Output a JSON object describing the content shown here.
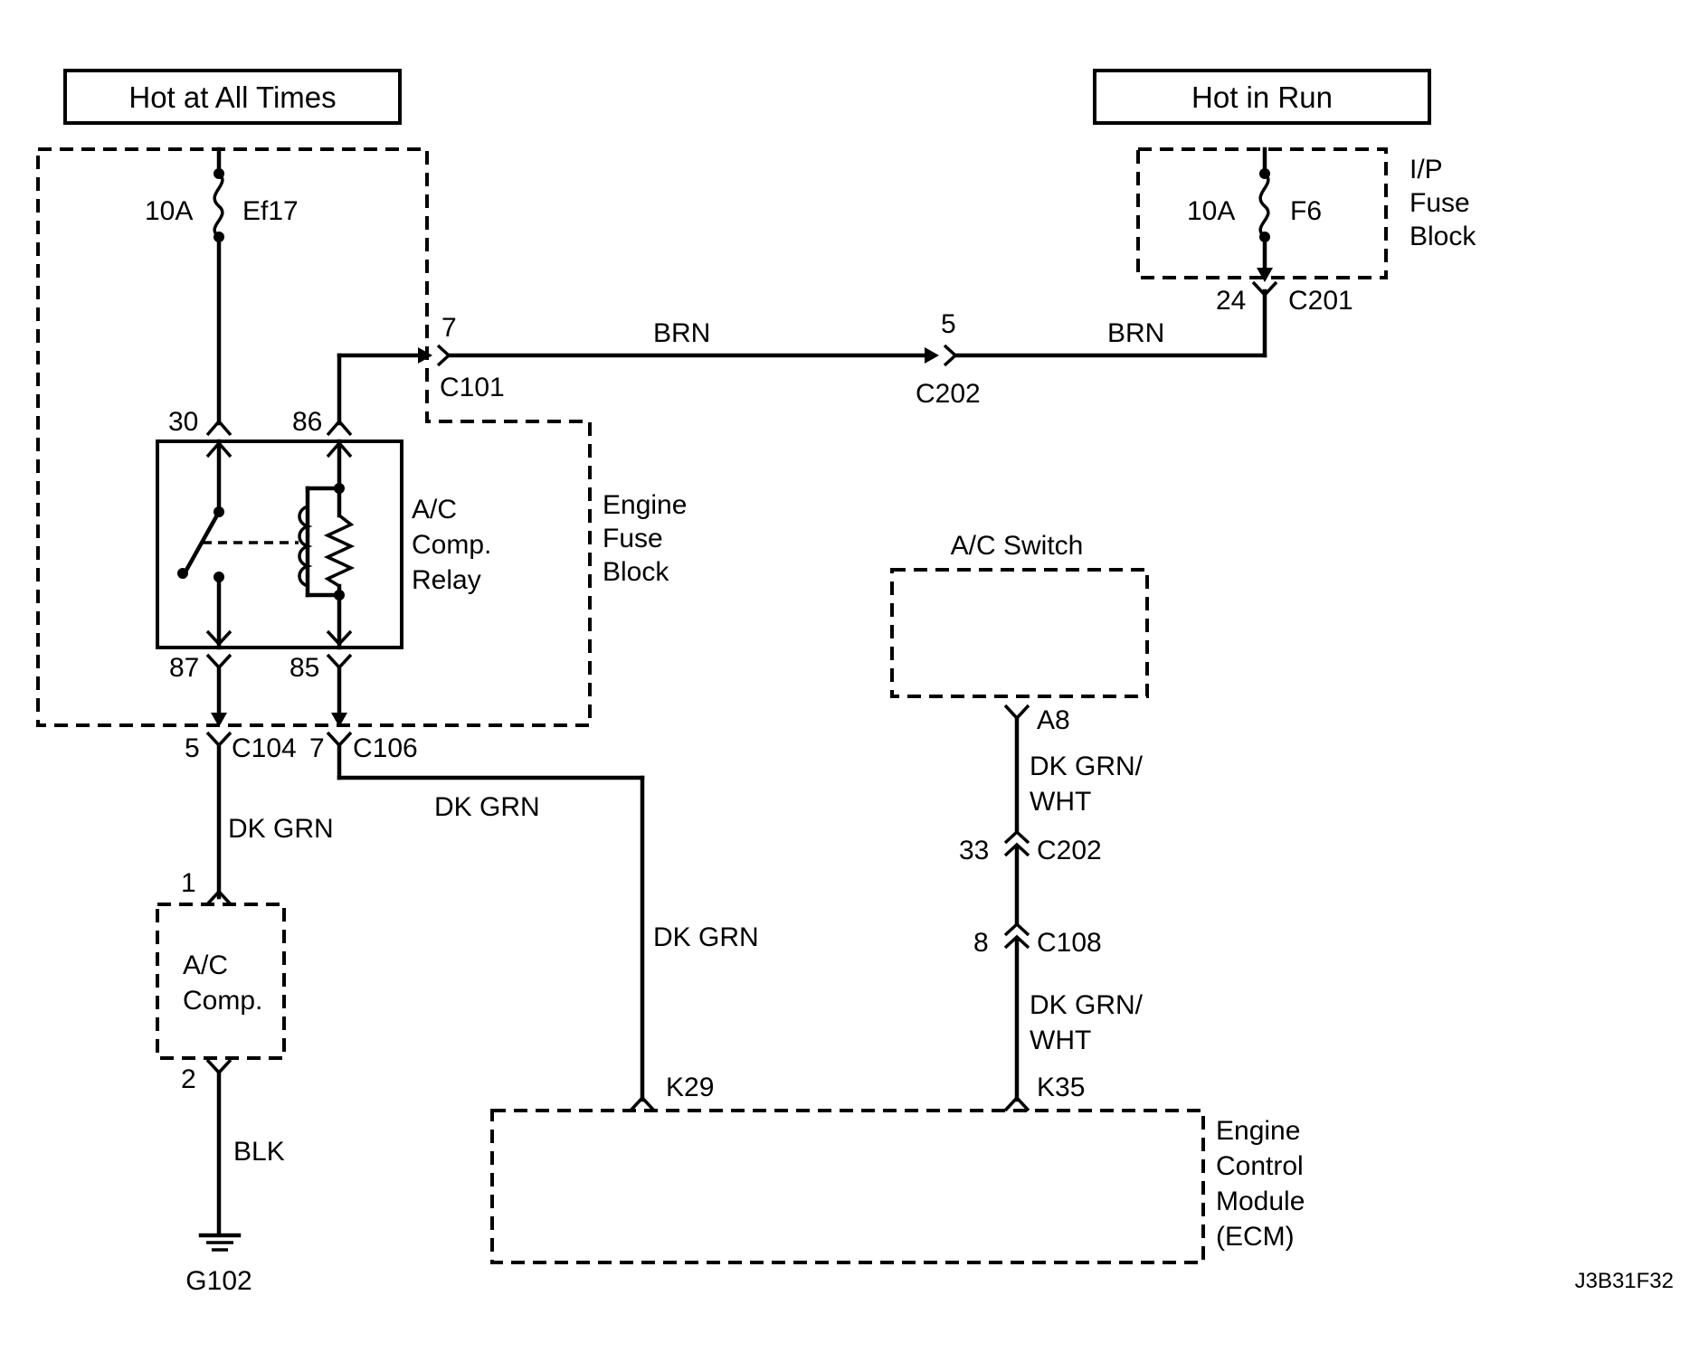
{
  "headers": {
    "hot_at_all_times": "Hot at All Times",
    "hot_in_run": "Hot in Run"
  },
  "fuses": {
    "ef17_rating": "10A",
    "ef17_name": "Ef17",
    "f6_rating": "10A",
    "f6_name": "F6"
  },
  "components": {
    "ip_fuse_block": [
      "I/P",
      "Fuse",
      "Block"
    ],
    "engine_fuse_block": [
      "Engine",
      "Fuse",
      "Block"
    ],
    "relay": [
      "A/C",
      "Comp.",
      "Relay"
    ],
    "ac_switch": "A/C Switch",
    "ac_comp": [
      "A/C",
      "Comp."
    ],
    "ecm": [
      "Engine",
      "Control",
      "Module",
      "(ECM)"
    ],
    "ground": "G102"
  },
  "relay_pins": {
    "p30": "30",
    "p86": "86",
    "p87": "87",
    "p85": "85"
  },
  "connectors": {
    "c101_pin": "7",
    "c101": "C101",
    "c202_top_pin": "5",
    "c202_top": "C202",
    "c201_pin": "24",
    "c201": "C201",
    "c104_pin": "5",
    "c104": "C104",
    "c106_pin": "7",
    "c106": "C106",
    "comp_pin1": "1",
    "comp_pin2": "2",
    "a8": "A8",
    "c202_mid_pin": "33",
    "c202_mid": "C202",
    "c108_pin": "8",
    "c108": "C108",
    "k29": "K29",
    "k35": "K35"
  },
  "wires": {
    "brn_left": "BRN",
    "brn_right": "BRN",
    "dk_grn_comp": "DK GRN",
    "dk_grn_h": "DK GRN",
    "dk_grn_v": "DK GRN",
    "dk_grn_wht_1": [
      "DK GRN/",
      "WHT"
    ],
    "dk_grn_wht_2": [
      "DK GRN/",
      "WHT"
    ],
    "blk": "BLK"
  },
  "figure_id": "J3B31F32"
}
